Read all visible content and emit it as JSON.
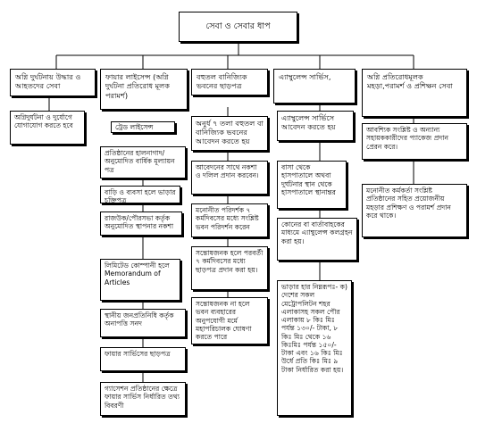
{
  "root": "সেবা ও সেবার ধাপ",
  "columns": [
    {
      "header": "অগ্নি দুর্ঘটনায় উদ্ধার ও আহতদের সেবা",
      "steps": [
        "অগ্নিদুর্ঘটনা ও দুর্যোগে যোগাযোগ করতে হবে"
      ]
    },
    {
      "header": "ফায়ার লাইসেন্স (অগ্নি দুর্ঘটনা প্রতিরোধ মূলক পরামর্শ)",
      "steps": [
        "ট্রেড লাইসেন্স",
        "প্রতিষ্ঠানের হালনাগাদ/অনুমোদিত বার্ষিক মূল্যায়ন পত্র",
        "বাড়ি ও ব্যবসা হলে ভাড়ার চুক্তিপত্র",
        "রাজউক/পৌরসভা কর্তৃক অনুমোদিত স্থাপনার নকশা",
        "লিমিটেড কোম্পানী হলে Memorandum of Articles",
        "স্থানীয় জনপ্রতিনিধি কর্তৃক অনাপত্তি সনদ",
        "ফায়ার সার্ভিসের ছাড়পত্র",
        "গ্যাসেশন প্রতিষ্ঠানের ক্ষেত্রে ফায়ার সার্ভিস নির্ধারিত তথ্য বিবরণী"
      ]
    },
    {
      "header": "বহুতল বানিজ্যিক ভবনের ছাড়পত্র",
      "steps": [
        "অনুর্ধ ৭ তলা বহুতল বা বানিজ্যিক ভবনের আবেদন করতে হয়",
        "আবেদনের সাথে নকশা ও দলিল প্রদান করবেন।",
        "মনোনীত পরিদর্শক ৭ কর্মদিবসের মধ্যে সংশ্লিষ্ট ভবন পরিদর্শন করেন",
        "সন্তোষজনক হলে পরবর্তী ৭ কর্মদিবসের মধ্যে ছাড়পত্র প্রদান করা হয়।",
        "সন্তোষজনক না হলে ভবন ব্যবহারের অনুপযোগী মর্মে মহাপরিচালক ঘোষণা করতে পারে"
      ]
    },
    {
      "header": "এ্যাম্বুলেন্স সার্ভিস,",
      "steps": [
        "এ্যাম্বুলেন্স সার্ভিসে আবেদন করতে হয়",
        "বাসা থেকে হাসপাতালে অথবা দুর্ঘটনার স্থান থেকে হাসপাতালে স্থানান্তর",
        "কোনের বা বার্তাবাহকের মাধ্যমে এ্যাম্বুলেন্স কলগ্রহন করা হয়।",
        "ভাড়ার হার নিম্নরূপঃ- ক) দেশের সকল মেট্রোপলিটন শহর এলাকাসহ সকল পৌর এলাকায় ৮ কিঃ মিঃ পর্যন্ত ১৩০/- টাকা, ৮ কিঃ মিঃ থেকে ১৬ কিঃমিঃ পর্যন্ত ১৫০/- টাকা এবং ১৬ কিঃ মিঃ উর্ধে প্রতি কিঃ মিঃ ৯ টাকা নির্ধারিত করা হয়।"
      ]
    },
    {
      "header": "অগ্নি প্রতিরোধমূলক মহড়া,পরামর্শ ও প্রশিক্ষন সেবা",
      "steps": [
        "আবশ্যিক সংশ্লিষ্ট ও অন্যান্য সহায়ককারীদের প্যাকেজ প্রদান প্রেরন করে।",
        "মনোনীত কর্মকর্তা সংশ্লিষ্ট প্রতিষ্ঠানের সহিত প্রয়োজনীয় মহড়ার প্রশিক্ষণ ও পরামর্শ প্রদান করে থাকে।"
      ]
    }
  ]
}
